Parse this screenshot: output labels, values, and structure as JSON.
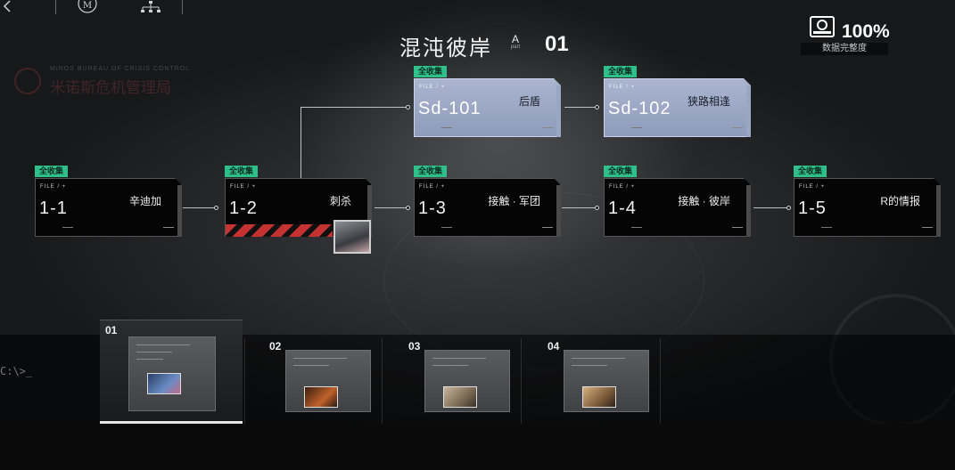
{
  "header": {
    "title": "混沌彼岸",
    "part_letter": "A",
    "part_word": "part",
    "chapter_number": "01"
  },
  "completion": {
    "percent": "100%",
    "label": "数据完整度"
  },
  "watermark": {
    "org_en": "MINOS BUREAU OF CRISIS CONTROL",
    "org_cn": "米诺斯危机管理局"
  },
  "terminal_prompt": "C:\\>_",
  "stages": [
    {
      "id": "sd101",
      "badge": "全收集",
      "file": "FILE / +",
      "code": "Sd-101",
      "name": "后盾",
      "special": true
    },
    {
      "id": "sd102",
      "badge": "全收集",
      "file": "FILE / +",
      "code": "Sd-102",
      "name": "狭路相逢",
      "special": true
    },
    {
      "id": "s11",
      "badge": "全收集",
      "file": "FILE / +",
      "code": "1-1",
      "name": "辛迪加"
    },
    {
      "id": "s12",
      "badge": "全收集",
      "file": "FILE / +",
      "code": "1-2",
      "name": "刺杀",
      "boss": true
    },
    {
      "id": "s13",
      "badge": "全收集",
      "file": "FILE / +",
      "code": "1-3",
      "name": "接触 · 军团"
    },
    {
      "id": "s14",
      "badge": "全收集",
      "file": "FILE / +",
      "code": "1-4",
      "name": "接触 · 彼岸"
    },
    {
      "id": "s15",
      "badge": "全收集",
      "file": "FILE / +",
      "code": "1-5",
      "name": "R的情报"
    }
  ],
  "chapters": [
    {
      "num": "01",
      "active": true,
      "pic_color": "#4a6a9a"
    },
    {
      "num": "02",
      "active": false,
      "pic_color": "#a0522d"
    },
    {
      "num": "03",
      "active": false,
      "pic_color": "#8a7a60"
    },
    {
      "num": "04",
      "active": false,
      "pic_color": "#9a7650"
    }
  ],
  "colors": {
    "collected_badge": "#2fbf8a",
    "special_card": "#9aa6c4",
    "hazard_red": "#c43232"
  }
}
